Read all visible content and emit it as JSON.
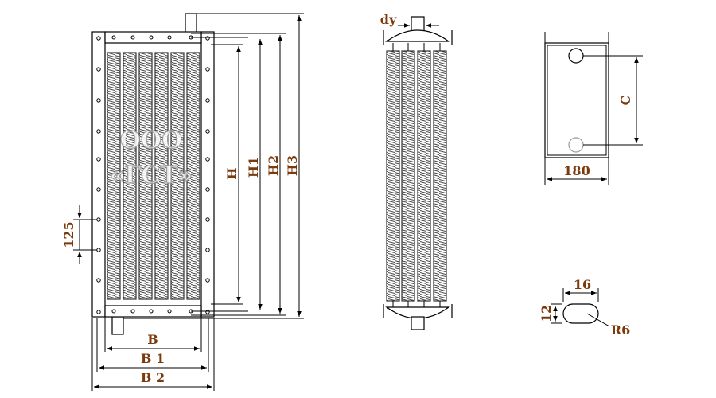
{
  "watermark": {
    "line1": "ООО",
    "line2": "«ГСТ»"
  },
  "front_view": {
    "height_labels": [
      "H",
      "H1",
      "H2",
      "H3"
    ],
    "width_labels": [
      "B",
      "B 1",
      "B 2"
    ],
    "pitch_label": "125"
  },
  "side_view": {
    "nozzle_label": "dy"
  },
  "flange_view": {
    "spacing_label": "C",
    "width_label": "180"
  },
  "slot_detail": {
    "width_label": "16",
    "height_label": "12",
    "radius_label": "R6"
  },
  "colors": {
    "label": "#7a3a0c",
    "line": "#000000",
    "fin": "#555555"
  }
}
